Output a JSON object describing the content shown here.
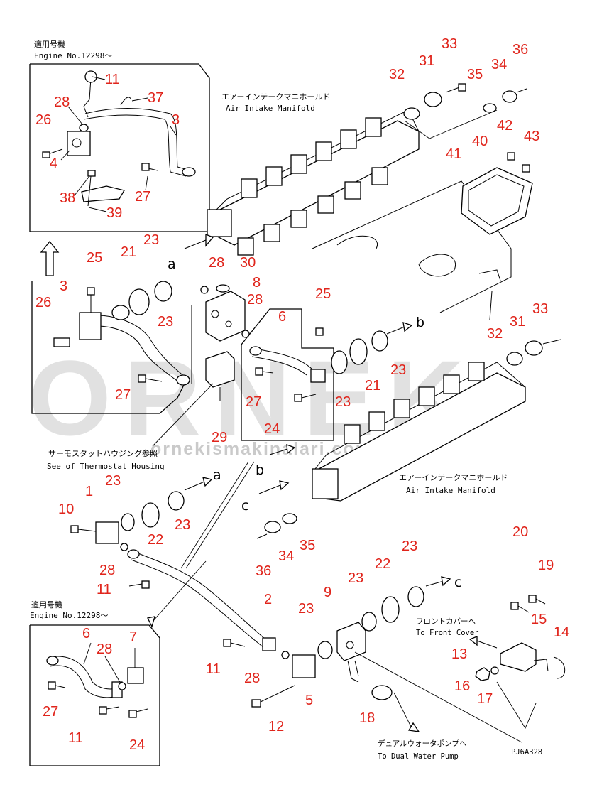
{
  "diagram": {
    "drawing_code": "PJ6A328",
    "watermark": {
      "brand": "ORNEK",
      "url": "ornekismakinalari.com.tr"
    },
    "applicable_label_jp": "適用号機",
    "applicable_engine_en": "Engine No.12298～",
    "manifold_jp": "エアーインテークマニホールド",
    "manifold_en": "Air Intake Manifold",
    "thermostat_jp": "サーモスタットハウジング参照",
    "thermostat_en": "See of Thermostat Housing",
    "front_cover_jp": "フロントカバーへ",
    "front_cover_en": "To Front Cover",
    "dual_pump_jp": "デュアルウォータポンプへ",
    "dual_pump_en": "To Dual Water Pump",
    "flow_letters": {
      "a": "a",
      "b": "b",
      "c": "c"
    },
    "part_numbers": {
      "p1": "1",
      "p2": "2",
      "p3": "3",
      "p4": "4",
      "p5": "5",
      "p6": "6",
      "p7": "7",
      "p8": "8",
      "p9": "9",
      "p10": "10",
      "p11": "11",
      "p12": "12",
      "p13": "13",
      "p14": "14",
      "p15": "15",
      "p16": "16",
      "p17": "17",
      "p18": "18",
      "p19": "19",
      "p20": "20",
      "p21": "21",
      "p22": "22",
      "p23": "23",
      "p24": "24",
      "p25": "25",
      "p26": "26",
      "p27": "27",
      "p28": "28",
      "p29": "29",
      "p30": "30",
      "p31": "31",
      "p32": "32",
      "p33": "33",
      "p34": "34",
      "p35": "35",
      "p36": "36",
      "p37": "37",
      "p38": "38",
      "p39": "39",
      "p40": "40",
      "p41": "41",
      "p42": "42",
      "p43": "43"
    },
    "label_color": "#e0241b"
  }
}
